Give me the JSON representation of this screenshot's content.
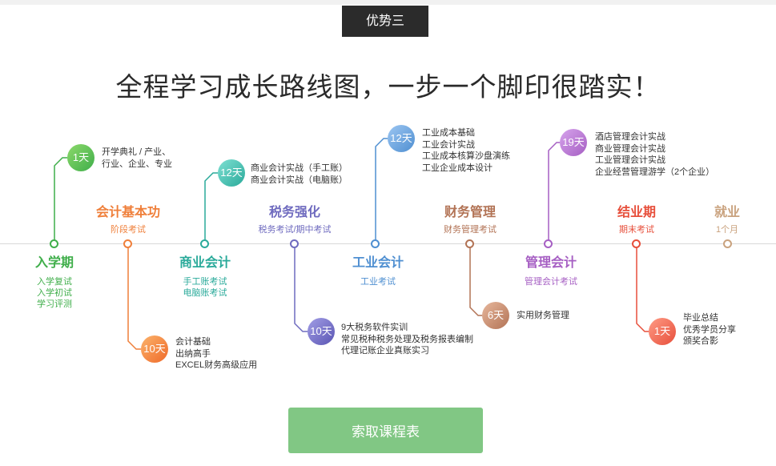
{
  "badge": "优势三",
  "headline": "全程学习成长路线图，一步一个脚印很踏实！",
  "stages": {
    "enroll": {
      "title": "入学期",
      "subs": [
        "入学复试",
        "入学初试",
        "学习评测"
      ],
      "color": "#3fae4a"
    },
    "basic": {
      "title": "会计基本功",
      "sub": "阶段考试",
      "color": "#ef7f3a"
    },
    "commerce": {
      "title": "商业会计",
      "subs": [
        "手工账考试",
        "电脑账考试"
      ],
      "color": "#2aaa9a"
    },
    "tax": {
      "title": "税务强化",
      "sub": "税务考试/期中考试",
      "color": "#6f6bbf"
    },
    "industry": {
      "title": "工业会计",
      "sub": "工业考试",
      "color": "#4f8fd1"
    },
    "finance": {
      "title": "财务管理",
      "sub": "财务管理考试",
      "color": "#b27355"
    },
    "mgmt": {
      "title": "管理会计",
      "sub": "管理会计考试",
      "color": "#a65fc3"
    },
    "final": {
      "title": "结业期",
      "sub": "期末考试",
      "color": "#e74f3b"
    },
    "job": {
      "title": "就业",
      "sub": "1个月",
      "color": "#c9a27e"
    }
  },
  "modules": {
    "enroll": {
      "days": "1天",
      "items": [
        "开学典礼 / 产业、",
        "行业、企业、专业"
      ]
    },
    "basic": {
      "days": "10天",
      "items": [
        "会计基础",
        "出纳高手",
        "EXCEL财务高级应用"
      ]
    },
    "commerce": {
      "days": "12天",
      "items": [
        "商业会计实战（手工账）",
        "商业会计实战（电脑账）"
      ]
    },
    "tax": {
      "days": "10天",
      "items": [
        "9大税务软件实训",
        "常见税种税务处理及税务报表编制",
        "代理记账企业真账实习"
      ]
    },
    "industry": {
      "days": "12天",
      "items": [
        "工业成本基础",
        "工业会计实战",
        "工业成本核算沙盘演练",
        "工业企业成本设计"
      ]
    },
    "finance": {
      "days": "6天",
      "items": [
        "实用财务管理"
      ]
    },
    "mgmt": {
      "days": "19天",
      "items": [
        "酒店管理会计实战",
        "商业管理会计实战",
        "工业管理会计实战",
        "企业经营管理游学（2个企业）"
      ]
    },
    "final": {
      "days": "1天",
      "items": [
        "毕业总结",
        "优秀学员分享",
        "颁奖合影"
      ]
    }
  },
  "cta": "索取课程表"
}
